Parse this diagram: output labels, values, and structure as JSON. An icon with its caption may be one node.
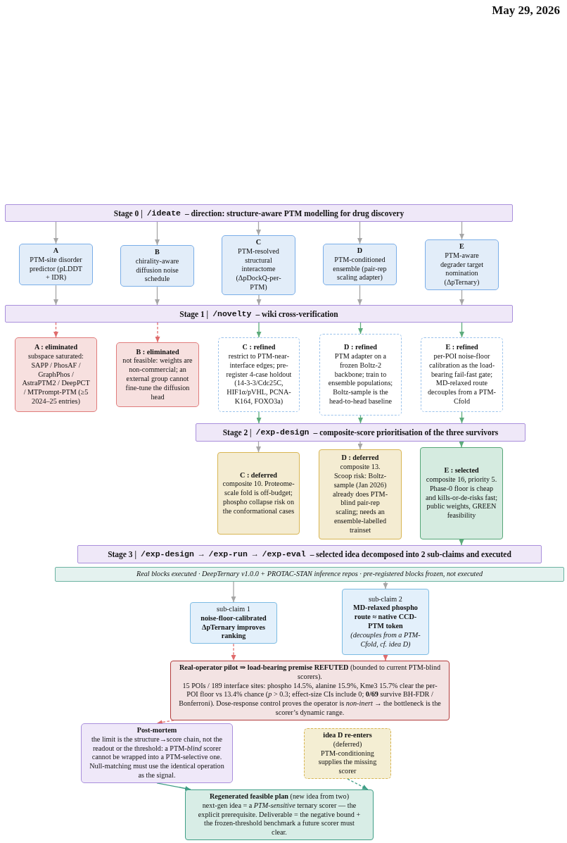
{
  "diagram": {
    "nodes": [
      {
        "text": [
          "Stage 0 |",
          "/ideate",
          "– direction: structure-aware PTM modelling for drug discovery"
        ]
      },
      {
        "text": [
          "A",
          "PTM-site disorder predictor (pLDDT + IDR)"
        ]
      },
      {
        "text": [
          "B",
          "chirality-aware diffusion noise schedule"
        ]
      },
      {
        "text": [
          "C",
          "PTM-resolved structural interactome (ΔpDockQ-per-PTM)"
        ]
      },
      {
        "text": [
          "D",
          "PTM-conditioned ensemble (pair-rep scaling adapter)"
        ]
      },
      {
        "text": [
          "E",
          "PTM-aware degrader target nomination (ΔpTernary)"
        ]
      },
      {
        "text": [
          "Stage 1 |",
          "/novelty",
          "– wiki cross-verification"
        ]
      },
      {
        "text": [
          "A : eliminated",
          "subspace saturated: SAPP / PhosAF / GraphPhos / AstraPTM2 / DeepPCT / MTPrompt-PTM (≥5 2024–25 entries)"
        ]
      },
      {
        "text": [
          "B : eliminated",
          "not feasible: weights are non-commercial; an external group cannot fine-tune the diffusion head"
        ]
      },
      {
        "text": [
          "C : refined",
          "restrict to PTM-near-interface edges; pre-register 4-case holdout (14-3-3/Cdc25C, HIF1α/pVHL, PCNA-K164, FOXO3a)"
        ]
      },
      {
        "text": [
          "D : refined",
          "PTM adapter on a frozen Boltz-2 backbone; train to ensemble populations; Boltz-sample is the head-to-head baseline"
        ]
      },
      {
        "text": [
          "E : refined",
          "per-POI noise-floor calibration as the load-bearing fail-fast gate; MD-relaxed route decouples from a PTM-Cfold"
        ]
      },
      {
        "text": [
          "Stage 2 |",
          "/exp-design",
          "– composite-score prioritisation of the three survivors"
        ]
      },
      {
        "text": [
          "C : deferred",
          "composite 10. Proteome-scale fold is off-budget; phospho collapse risk on the conformational cases"
        ]
      },
      {
        "text": [
          "D : deferred",
          "composite 13. Scoop risk: Boltz-sample (Jan 2026) already does PTM-blind pair-rep scaling; needs an ensemble-labelled trainset"
        ]
      },
      {
        "text": [
          "E : selected",
          "composite 16, priority 5. Phase-0 floor is cheap and kills-or-de-risks fast; public weights, GREEN feasibility"
        ]
      },
      {
        "text": [
          "Stage 3 |",
          "/exp-design → /exp-run → /exp-eval",
          "– selected idea decomposed into 2 sub-claims and executed"
        ]
      },
      {
        "text": [
          "Real blocks executed · DeepTernary v1.0.0 + PROTAC-STAN inference repos · pre-registered blocks frozen, not executed"
        ]
      },
      {
        "text": [
          "sub-claim 1",
          "noise-floor-calibrated ΔpTernary improves ranking"
        ]
      },
      {
        "text": [
          "sub-claim 2",
          "MD-relaxed phospho route ≈ native CCD-PTM token",
          "(decouples from a PTM-Cfold, cf. idea D)"
        ]
      },
      {
        "text": [
          "**Real-operator pilot ⇒ load-bearing premise REFUTED** (bounded to current PTM-blind scorers).",
          "15 POIs / 189 interface sites: phospho 14.5%, alanine 15.9%, Kme3 15.7% clear the per-POI floor vs 13.4% chance (*p* > 0.3; effect-size CIs include 0; **0/69** survive BH-FDR / Bonferroni). Dose-response control proves the operator is *non-inert* → the bottleneck is the scorer’s dynamic range."
        ]
      },
      {
        "text": [
          "Post-mortem",
          "the limit is the structure→score chain, not the readout or the threshold: a PTM-*blind* scorer cannot be wrapped into a PTM-selective one. Null-matching must use the identical operation as the signal."
        ]
      },
      {
        "text": [
          "idea D re-enters",
          "(deferred)",
          "PTM-conditioning supplies the missing scorer"
        ]
      },
      {
        "text": [
          "**Regenerated feasible plan** (new idea from two)",
          "next-gen idea = a *PTM-sensitive* ternary scorer — the explicit prerequisite. Deliverable = the negative bound + the frozen-threshold benchmark a future scorer must clear."
        ]
      }
    ],
    "edges": [
      {
        "from": 0,
        "to": 1,
        "arrow": "to"
      },
      {
        "from": 0,
        "to": 2,
        "arrow": "to"
      },
      {
        "from": 0,
        "to": 3,
        "arrow": "to"
      },
      {
        "from": 0,
        "to": 4,
        "arrow": "to"
      },
      {
        "from": 0,
        "to": 5,
        "arrow": "to"
      },
      {
        "from": 1,
        "to": 6,
        "arrow": "to"
      },
      {
        "from": 2,
        "to": 6,
        "arrow": "to"
      },
      {
        "from": 3,
        "to": 6,
        "arrow": "to"
      },
      {
        "from": 4,
        "to": 6,
        "arrow": "to"
      },
      {
        "from": 5,
        "to": 6,
        "arrow": "to"
      },
      {
        "from": 6,
        "to": 7,
        "arrow": "to",
        "style": "dashed",
        "color": "#e06c6c"
      },
      {
        "from": 6,
        "to": 8,
        "arrow": "to",
        "style": "dashed",
        "color": "#e06c6c"
      },
      {
        "from": 6,
        "to": 9,
        "arrow": "to",
        "color": "#5dac7c"
      },
      {
        "from": 6,
        "to": 10,
        "arrow": "to",
        "color": "#5dac7c"
      },
      {
        "from": 6,
        "to": 11,
        "arrow": "to",
        "color": "#5dac7c"
      },
      {
        "from": 9,
        "to": 12,
        "arrow": "to",
        "color": "#5dac7c"
      },
      {
        "from": 10,
        "to": 12,
        "arrow": "to",
        "color": "#5dac7c"
      },
      {
        "from": 11,
        "to": 12,
        "arrow": "to",
        "color": "#5dac7c"
      },
      {
        "from": 12,
        "to": 13,
        "arrow": "to"
      },
      {
        "from": 12,
        "to": 14,
        "arrow": "to"
      },
      {
        "from": 12,
        "to": 15,
        "arrow": "to",
        "color": "#5dac7c"
      },
      {
        "from": 15,
        "to": 16,
        "arrow": "to",
        "color": "#5dac7c"
      },
      {
        "from": 17,
        "to": 18,
        "arrow": "to"
      },
      {
        "from": 17,
        "to": 19,
        "arrow": "to"
      },
      {
        "from": 18,
        "to": 20,
        "arrow": "to",
        "style": "dashed",
        "color": "#e06c6c"
      },
      {
        "from": 19,
        "to": 20,
        "arrow": "to",
        "color": "#e06c6c"
      },
      {
        "from": 20,
        "to": 21,
        "arrow": "to",
        "style": "dashed",
        "color": "#e06c6c"
      },
      {
        "from": 21,
        "to": 23,
        "arrow": "to",
        "color": "#3f9e86"
      },
      {
        "from": 22,
        "to": 23,
        "arrow": "to",
        "style": "dashed",
        "color": "#3f9e86"
      }
    ],
    "labels": [
      "May 29, 2026"
    ]
  }
}
